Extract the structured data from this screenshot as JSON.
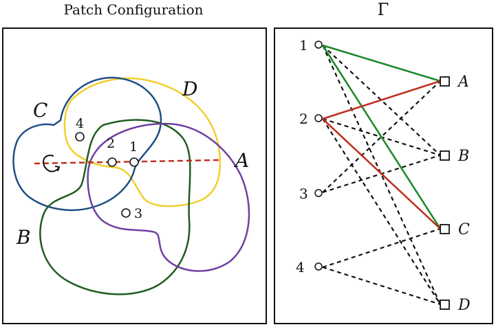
{
  "left_panel": {
    "title": "Patch Configuration",
    "patches": [
      {
        "label": "A",
        "color": "#6f3fa0"
      },
      {
        "label": "B",
        "color": "#1f5c1f"
      },
      {
        "label": "C",
        "color": "#1f4e85"
      },
      {
        "label": "D",
        "color": "#f0cf2e"
      }
    ],
    "points": [
      "1",
      "2",
      "3",
      "4"
    ],
    "axis_color": "#c0301e"
  },
  "right_panel": {
    "title": "Γ",
    "left_nodes": [
      "1",
      "2",
      "3",
      "4"
    ],
    "right_nodes": [
      "A",
      "B",
      "C",
      "D"
    ],
    "edge_colors": {
      "green": "#1e8a2e",
      "red": "#c0301e",
      "dashed": "#111111"
    }
  }
}
